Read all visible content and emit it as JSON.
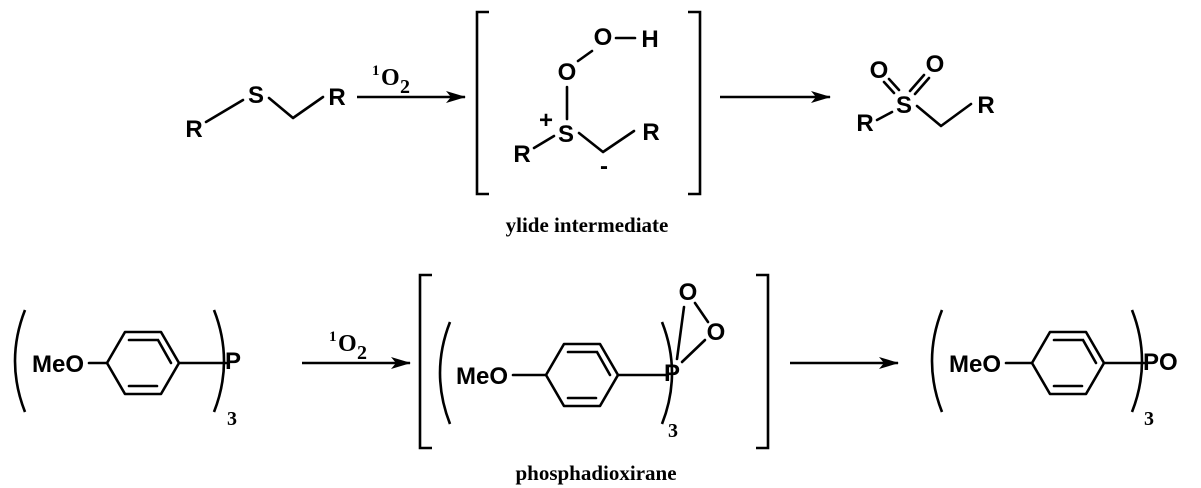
{
  "atoms": {
    "r": "R",
    "s": "S",
    "o": "O",
    "h": "H",
    "p": "P",
    "po": "PO",
    "meo": "MeO",
    "plus": "+",
    "minus": "-"
  },
  "reagent": {
    "superscript": "1",
    "oxygen": "O",
    "subscript": "2"
  },
  "ring_count": "3",
  "captions": {
    "ylide": "ylide intermediate",
    "phosphadioxirane": "phosphadioxirane"
  }
}
